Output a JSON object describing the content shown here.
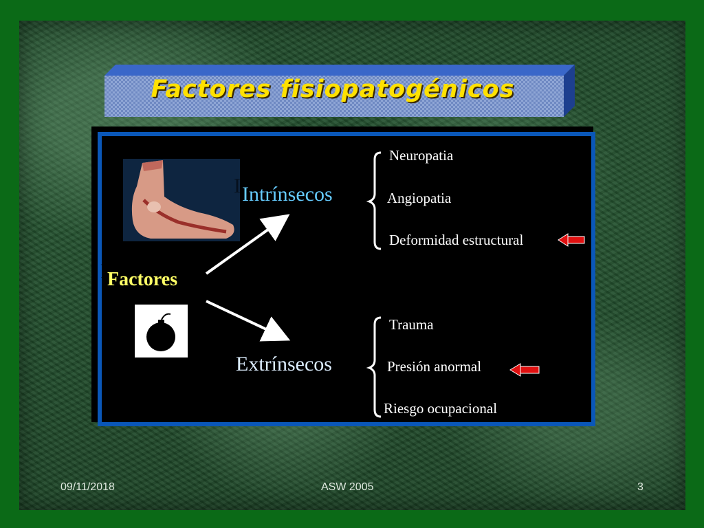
{
  "slide": {
    "title": "Factores fisiopatogénicos",
    "root_label": "Factores",
    "groups": [
      {
        "label": "Intrínsecos",
        "items": [
          {
            "text": "Neuropatia",
            "highlighted": false
          },
          {
            "text": "Angiopatia",
            "highlighted": false
          },
          {
            "text": "Deformidad estructural",
            "highlighted": true
          }
        ]
      },
      {
        "label": "Extrínsecos",
        "items": [
          {
            "text": "Trauma",
            "highlighted": false
          },
          {
            "text": "Presión anormal",
            "highlighted": true
          },
          {
            "text": "Riesgo ocupacional",
            "highlighted": false
          }
        ]
      }
    ],
    "colors": {
      "title": "#ffe100",
      "root": "#ffff66",
      "intrinsecos": "#66ccff",
      "panel_border": "#0a57b8",
      "arrow_marker": "#e01010"
    }
  },
  "footer": {
    "date": "09/11/2018",
    "center": "ASW 2005",
    "page_number": "3"
  }
}
